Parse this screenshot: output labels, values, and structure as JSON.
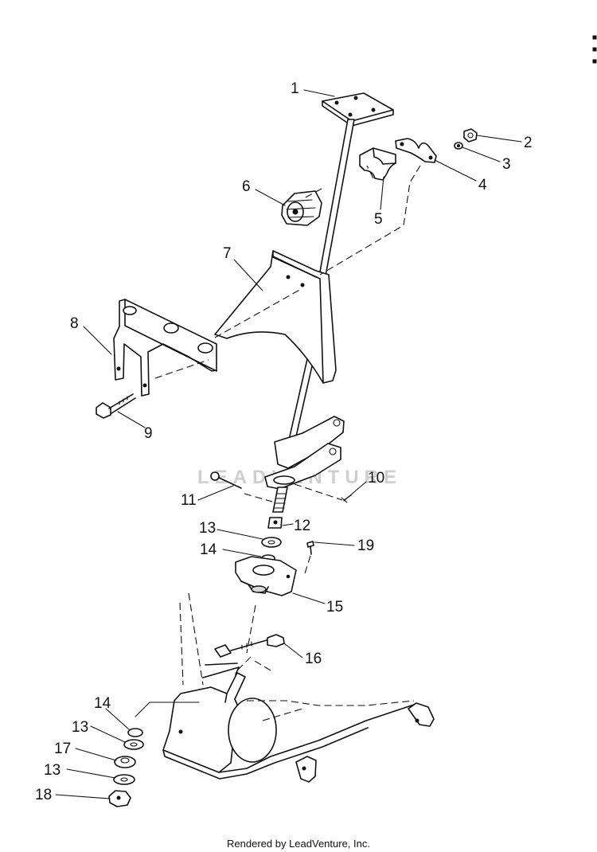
{
  "diagram": {
    "callouts": {
      "c1": "1",
      "c2": "2",
      "c3": "3",
      "c4": "4",
      "c5": "5",
      "c6": "6",
      "c7": "7",
      "c8": "8",
      "c9": "9",
      "c10": "10",
      "c11": "11",
      "c12": "12",
      "c13a": "13",
      "c14a": "14",
      "c15": "15",
      "c16": "16",
      "c19": "19",
      "c14b": "14",
      "c13b": "13",
      "c17": "17",
      "c13c": "13",
      "c18": "18"
    },
    "watermark": "LEADVENTURE",
    "footer": "Rendered by LeadVenture, Inc."
  }
}
